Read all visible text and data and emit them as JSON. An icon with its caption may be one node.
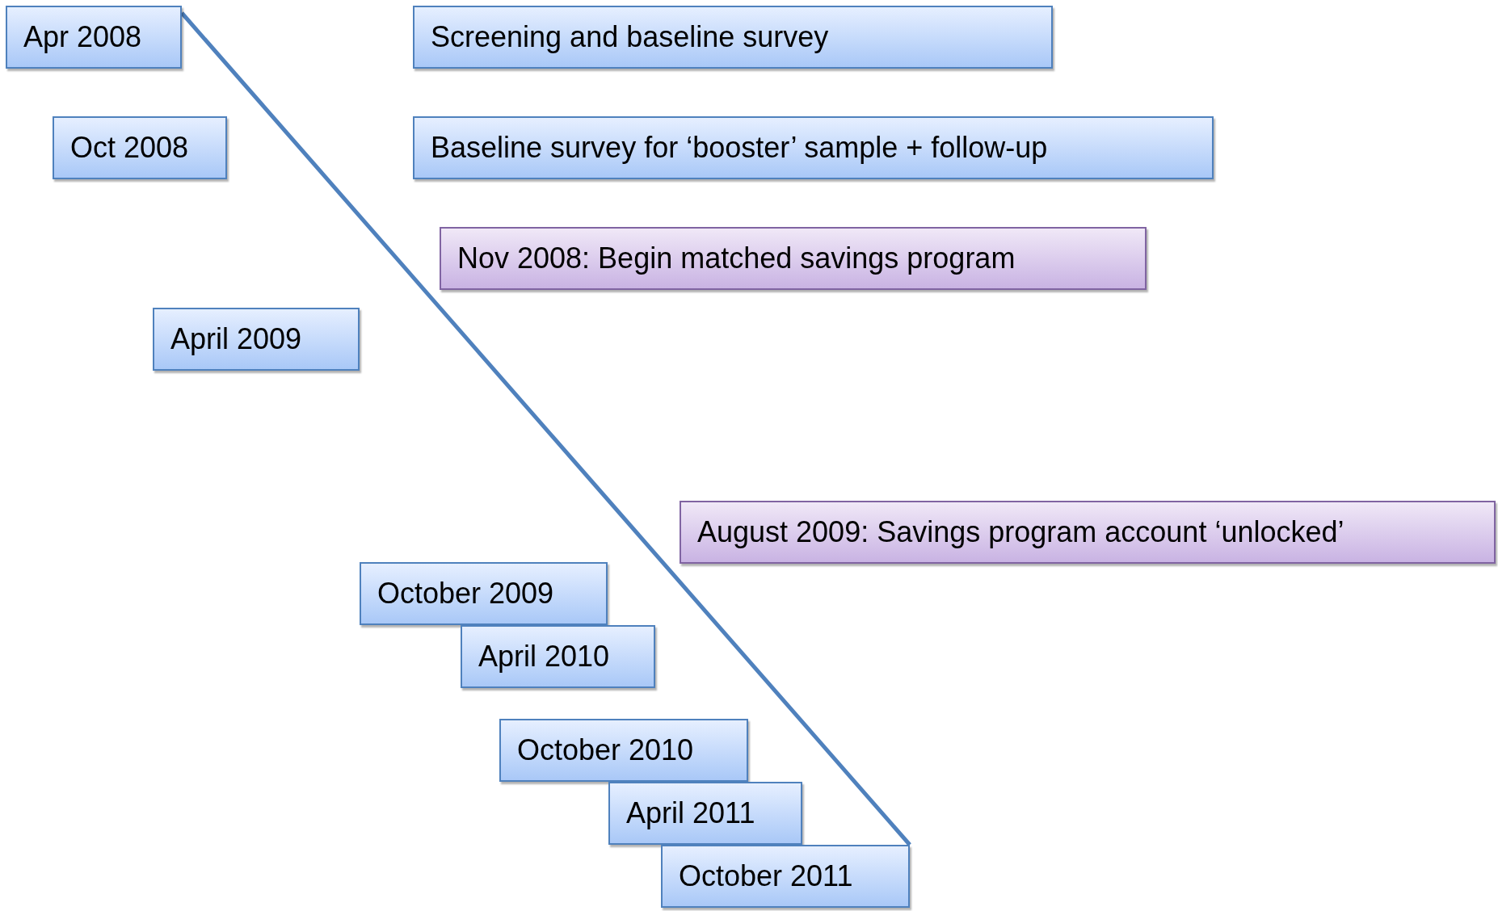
{
  "diagram": {
    "nodes": [
      {
        "text": [
          "Apr 2008"
        ]
      },
      {
        "text": [
          "Oct 2008"
        ]
      },
      {
        "text": [
          "April 2009"
        ]
      },
      {
        "text": [
          "October 2009"
        ]
      },
      {
        "text": [
          "April 2010"
        ]
      },
      {
        "text": [
          "October 2010"
        ]
      },
      {
        "text": [
          "April 2011"
        ]
      },
      {
        "text": [
          "October 2011"
        ]
      },
      {
        "text": [
          "Screening and baseline survey"
        ]
      },
      {
        "text": [
          "Baseline survey for ‘booster’ sample + follow-up"
        ]
      },
      {
        "text": [
          "Nov 2008: Begin matched savings program"
        ]
      },
      {
        "text": [
          "August 2009: Savings program account ‘unlocked’"
        ]
      }
    ],
    "edges": [
      {
        "from": 0,
        "to": 7,
        "arrow": "none"
      }
    ]
  }
}
